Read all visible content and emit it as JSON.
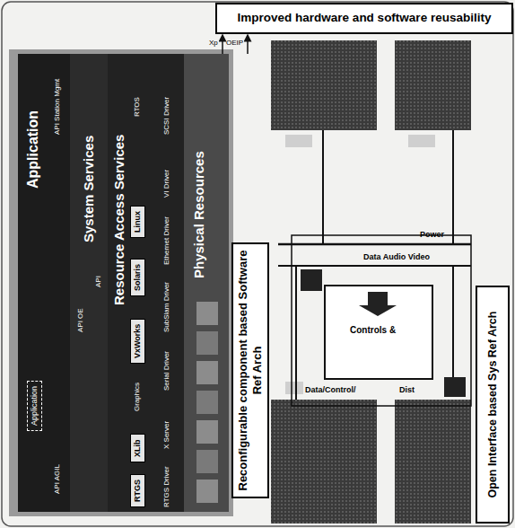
{
  "diagram": {
    "nodes": [
      {
        "text": [
          "Improved hardware and software reusability"
        ]
      },
      {
        "text": [
          "Open Interface based Sys Ref Arch"
        ]
      },
      {
        "text": [
          "Application"
        ]
      },
      {
        "text": [
          "Application"
        ],
        "in": 2
      },
      {
        "text": [
          "System Services"
        ]
      },
      {
        "text": [
          "Resource Access Services"
        ]
      },
      {
        "text": [
          "RTGS"
        ],
        "in": 5
      },
      {
        "text": [
          "XLib"
        ],
        "in": 5
      },
      {
        "text": [
          "VxWorks"
        ],
        "in": 5
      },
      {
        "text": [
          "Solaris"
        ],
        "in": 5
      },
      {
        "text": [
          "Linux"
        ],
        "in": 5
      },
      {
        "text": [
          "Physical Resources"
        ]
      },
      {
        "text": [
          "Reconfigurable component based Software Ref Arch"
        ]
      }
    ],
    "labels": [
      "Xp",
      "OEIP",
      "API Station Mgmt",
      "API AGIL",
      "API OE",
      "API",
      "Graphics",
      "RTOS",
      "RTGS Driver",
      "X Server",
      "Serial Driver",
      "SubSlam Driver",
      "Ethernet Driver",
      "VI Driver",
      "SCSI Driver",
      "Power",
      "Data Audio Video",
      "Controls &",
      "Data/Control/",
      "Dist"
    ]
  }
}
